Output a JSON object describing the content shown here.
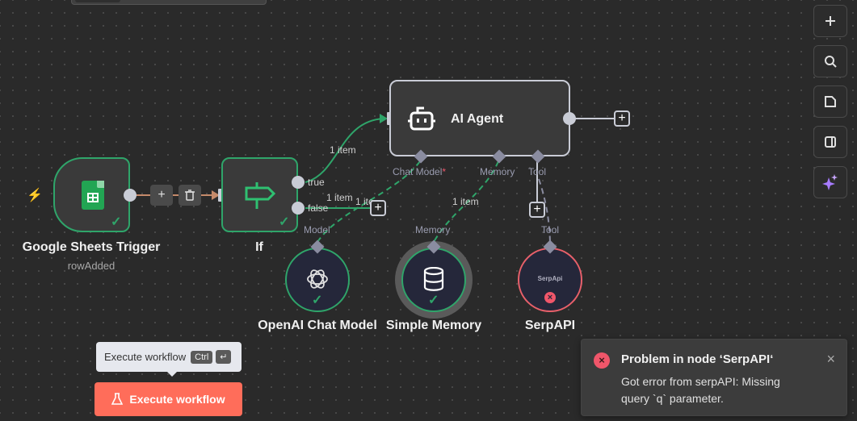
{
  "colors": {
    "canvas_bg": "#2a2a2a",
    "success": "#2fa56a",
    "error": "#f0566a",
    "execute_button": "#ff6d5a",
    "ai_accent": "#a77bff"
  },
  "nodes": {
    "sheets_trigger": {
      "label": "Google Sheets Trigger",
      "subtitle": "rowAdded",
      "icon": "google-sheets-icon",
      "status": "success"
    },
    "if_node": {
      "label": "If",
      "icon": "signpost-icon",
      "outputs": [
        "true",
        "false"
      ],
      "status": "success"
    },
    "ai_agent": {
      "label": "AI Agent",
      "icon": "robot-icon",
      "ports": [
        "Chat Model",
        "Memory",
        "Tool"
      ],
      "required_marker": "*"
    },
    "openai": {
      "label": "OpenAI Chat Model",
      "port": "Model",
      "icon": "openai-icon",
      "status": "success"
    },
    "memory": {
      "label": "Simple Memory",
      "port": "Memory",
      "icon": "database-icon",
      "status": "success"
    },
    "serpapi": {
      "label": "SerpAPI",
      "port": "Tool",
      "logo_text": "SerpApi",
      "status": "error"
    }
  },
  "edges": {
    "true_label": "1 item",
    "false_label": "1 item",
    "false_label_2": "1 ite",
    "memory_label": "1 item"
  },
  "edge_buttons": {
    "add": "+",
    "delete": "delete"
  },
  "toolbar": {
    "items": [
      "zoom-in",
      "search",
      "sticky-note",
      "toggle-panel",
      "ask-ai"
    ]
  },
  "execute": {
    "tooltip": "Execute workflow",
    "shortcut_ctrl": "Ctrl",
    "shortcut_enter": "↵",
    "button_label": "Execute workflow"
  },
  "toast": {
    "title": "Problem in node ‘SerpAPI‘",
    "message": "Got error from serpAPI: Missing query `q` parameter.",
    "close": "×"
  }
}
